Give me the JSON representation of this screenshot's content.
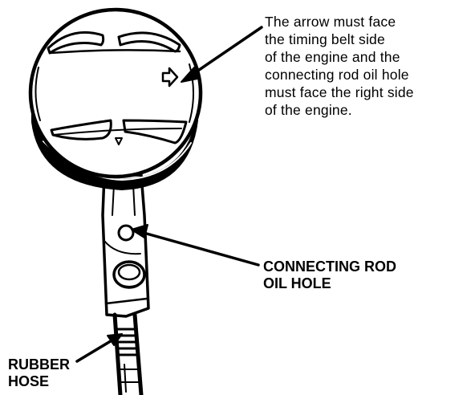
{
  "annotations": {
    "arrow_note": "The arrow must face\nthe timing belt side\nof the engine and the\nconnecting rod oil hole\nmust face the right side\nof the engine.",
    "oil_hole_label": "CONNECTING ROD\nOIL HOLE",
    "hose_label": "RUBBER\nHOSE"
  },
  "colors": {
    "ink": "#000000",
    "paper": "#ffffff"
  },
  "icons": [
    "piston-direction-arrow-icon"
  ]
}
